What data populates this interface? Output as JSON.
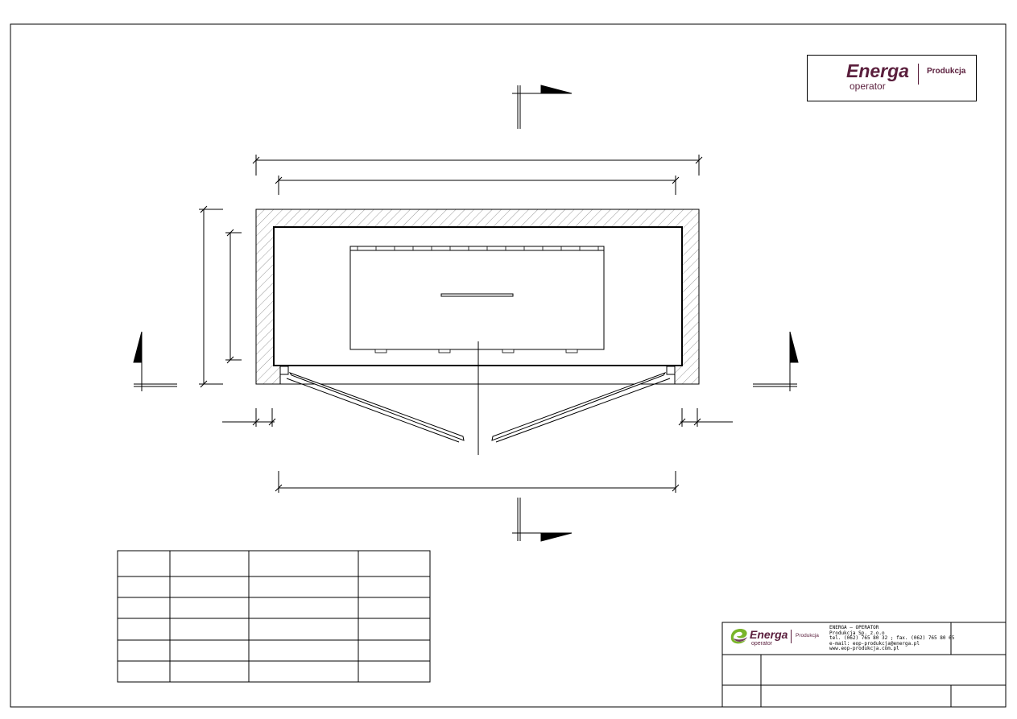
{
  "logo": {
    "wordmark": "Energa",
    "subtitle": "operator",
    "division": "Produkcja",
    "colors": {
      "brand_purple": "#5a1e3c",
      "brand_green": "#7ab52a",
      "division_text": "#5a1e3c"
    }
  },
  "title_block": {
    "company_lines": [
      "ENERGA – OPERATOR",
      "Produkcja Sp. z.o.o",
      "tel. (062) 765 80 32 ; fax. (062) 765 80 65",
      "e-mail: eop-produkcja@energa.pl",
      "www.eop-produkcja.com.pl"
    ]
  },
  "icons": {
    "logo_mark": "energa-swirl-icon",
    "section_marker": "section-arrow-icon"
  }
}
